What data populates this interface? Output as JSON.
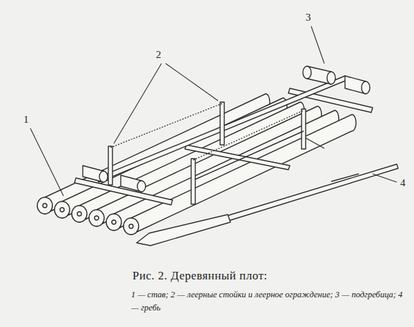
{
  "diagram": {
    "caption": "Рис. 2. Деревянный плот:",
    "labels": [
      "3",
      "2",
      "1",
      "4",
      "1 — став; 2 — леерные стойки и леерное ограждение; 3 — подгребица; 4 — гребь"
    ]
  }
}
